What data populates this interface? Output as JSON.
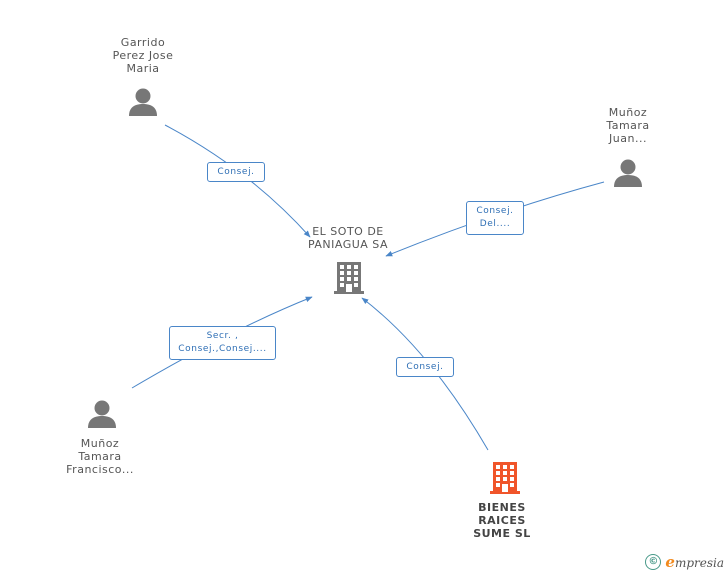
{
  "nodes": {
    "center": {
      "label_lines": [
        "EL SOTO DE",
        "PANIAGUA SA"
      ]
    },
    "garrido": {
      "label_lines": [
        "Garrido",
        "Perez Jose",
        "Maria"
      ]
    },
    "tamara_juan": {
      "label_lines": [
        "Muñoz",
        "Tamara",
        "Juan..."
      ]
    },
    "tamara_francisco": {
      "label_lines": [
        "Muñoz",
        "Tamara",
        "Francisco..."
      ]
    },
    "bienes": {
      "label_lines": [
        "BIENES",
        "RAICES",
        "SUME SL"
      ]
    }
  },
  "edges": {
    "garrido": {
      "label_lines": [
        "Consej."
      ]
    },
    "tamara_juan": {
      "label_lines": [
        "Consej.",
        "Del...."
      ]
    },
    "tamara_francisco": {
      "label_lines": [
        "Secr. ,",
        "Consej.,Consej...."
      ]
    },
    "bienes": {
      "label_lines": [
        "Consej."
      ]
    }
  },
  "footer": {
    "copyright_symbol": "©",
    "brand_initial": "e",
    "brand_rest": "mpresia"
  },
  "colors": {
    "edge": "#4a86c8",
    "person_icon": "#777777",
    "company_icon": "#777777",
    "highlight_company_icon": "#f0552a"
  },
  "icons": {
    "person": "person-icon",
    "company": "building-icon"
  }
}
